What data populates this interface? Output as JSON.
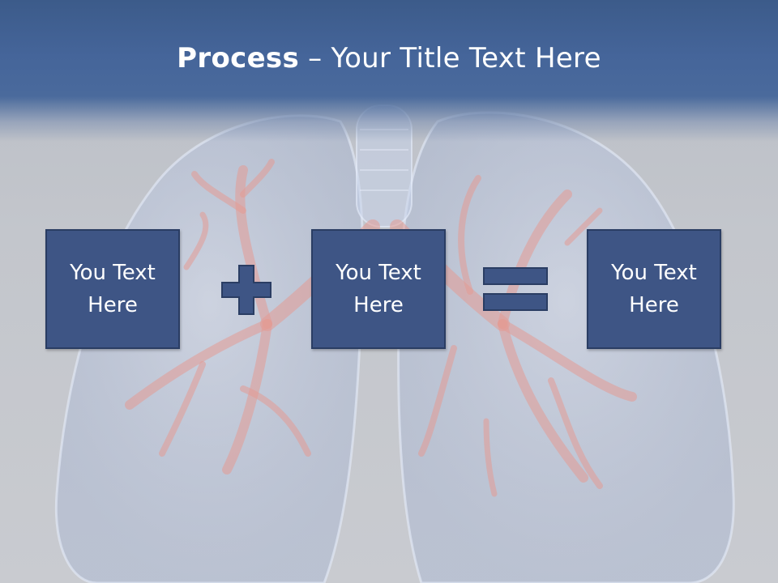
{
  "title": {
    "bold": "Process",
    "rest": " – Your Title Text Here"
  },
  "boxes": [
    {
      "text": "You Text Here"
    },
    {
      "text": "You Text Here"
    },
    {
      "text": "You Text Here"
    }
  ],
  "operators": [
    "plus-icon",
    "equals-icon"
  ],
  "background": {
    "depicts": "lungs-icon"
  },
  "colors": {
    "title_bar": "#45659a",
    "box_fill": "#3e5585",
    "box_border": "#2a3d63",
    "operator": "#3e5585",
    "title_text": "#ffffff"
  }
}
